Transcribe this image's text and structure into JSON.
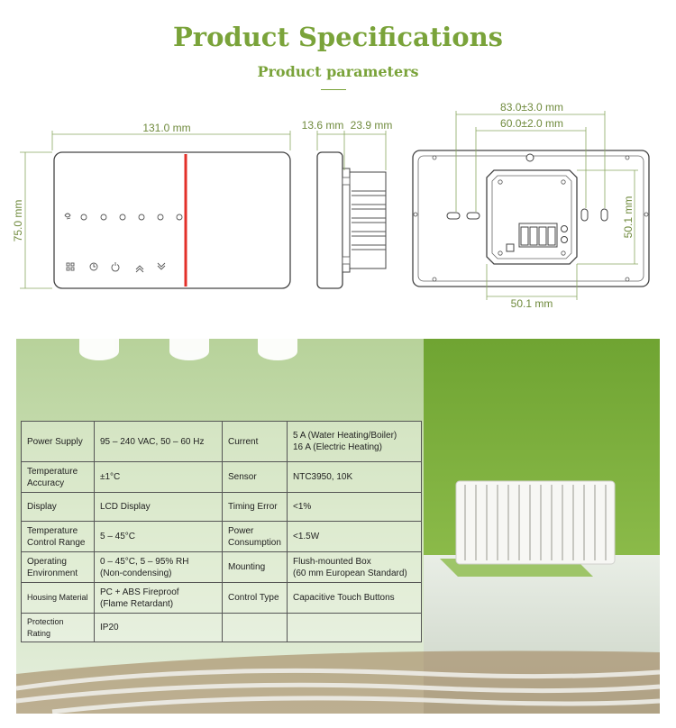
{
  "header": {
    "title": "Product Specifications",
    "subtitle": "Product parameters"
  },
  "dimensions": {
    "front_width": "131.0 mm",
    "front_height": "75.0 mm",
    "side_depth": "13.6 mm",
    "side_back_depth": "23.9 mm",
    "back_outer": "83.0±3.0 mm",
    "back_inner": "60.0±2.0 mm",
    "back_box_height": "50.1 mm",
    "back_box_width": "50.1 mm"
  },
  "colors": {
    "accent_green": "#7aa33a",
    "divider_red": "#e3302a",
    "wall_green": "#7fae3c"
  },
  "front_panel_icons": {
    "row1": [
      "fan-icon",
      "dot-icon",
      "dot-icon",
      "dot-icon",
      "dot-icon",
      "dot-icon",
      "dot-icon"
    ],
    "row2": [
      "grid-icon",
      "clock-icon",
      "power-icon",
      "chevron-up-icon",
      "chevron-down-icon"
    ]
  },
  "spec_table": {
    "rows": [
      {
        "label1": "Power Supply",
        "value1": "95 – 240 VAC,  50 – 60 Hz",
        "label2": "Current",
        "value2": "5 A (Water Heating/Boiler)\n16 A (Electric Heating)"
      },
      {
        "label1": "Temperature\nAccuracy",
        "value1": "±1°C",
        "label2": "Sensor",
        "value2": "NTC3950, 10K"
      },
      {
        "label1": "Display",
        "value1": "LCD Display",
        "label2": "Timing Error",
        "value2": "<1%"
      },
      {
        "label1": "Temperature\nControl Range",
        "value1": "5 – 45°C",
        "label2": "Power\nConsumption",
        "value2": "<1.5W"
      },
      {
        "label1": "Operating\nEnvironment",
        "value1": "0 – 45°C, 5 – 95% RH\n(Non-condensing)",
        "label2": "Mounting",
        "value2": "Flush-mounted Box\n(60 mm European Standard)"
      },
      {
        "label1": "Housing Material",
        "value1": "PC + ABS Fireproof\n(Flame Retardant)",
        "label2": "Control Type",
        "value2": "Capacitive Touch Buttons"
      },
      {
        "label1": "Protection Rating",
        "value1": "IP20",
        "label2": "",
        "value2": ""
      }
    ]
  }
}
